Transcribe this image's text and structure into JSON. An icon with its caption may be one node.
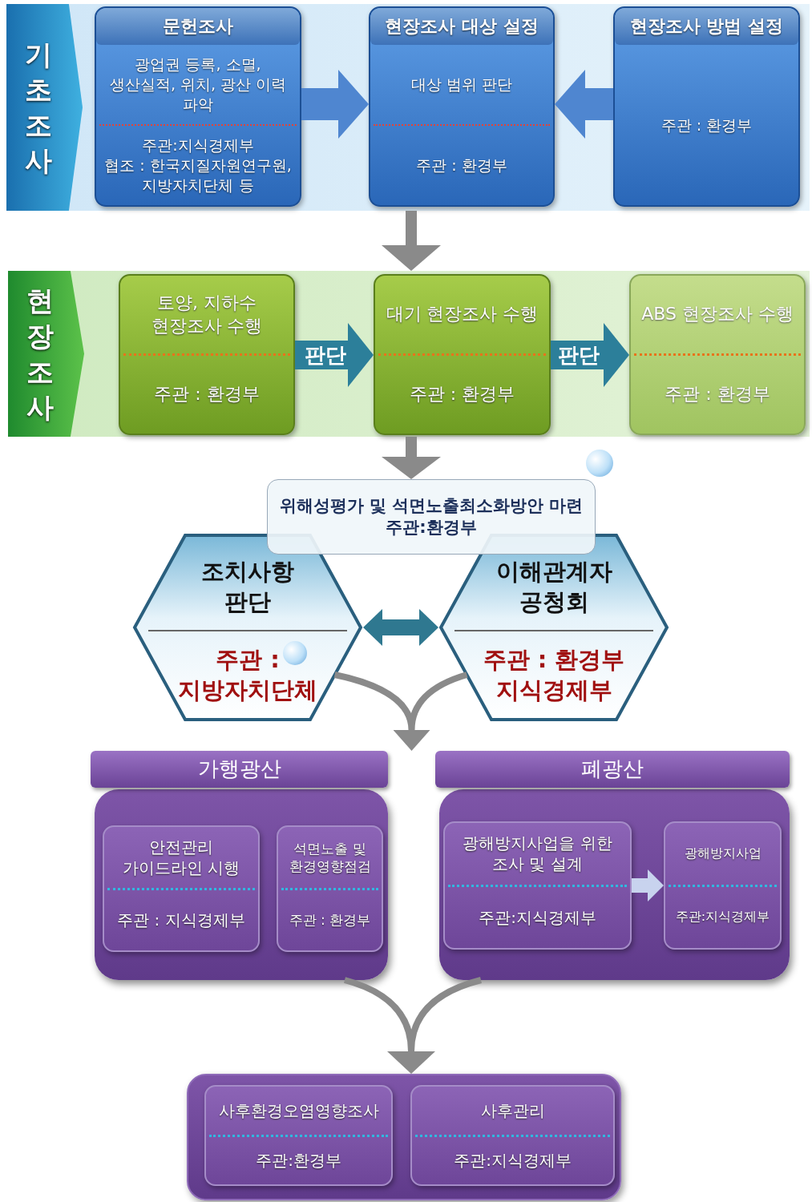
{
  "diagram": {
    "nodes": [
      {
        "text": [
          "기초조사"
        ]
      },
      {
        "text": [
          "문헌조사",
          "광업권 등록, 소멸, 생산실적, 위치, 광산 이력 파악",
          "주관:지식경제부",
          "협조 : 한국지질자원연구원, 지방자치단체 등"
        ],
        "in": 0
      },
      {
        "text": [
          "현장조사 대상 설정",
          "대상 범위 판단",
          "주관 : 환경부"
        ],
        "in": 0
      },
      {
        "text": [
          "현장조사 방법 설정",
          "주관 : 환경부"
        ],
        "in": 0
      },
      {
        "text": [
          "현장조사"
        ]
      },
      {
        "text": [
          "토양, 지하수 현장조사 수행",
          "주관 : 환경부"
        ],
        "in": 4
      },
      {
        "text": [
          "대기 현장조사 수행",
          "주관 : 환경부"
        ],
        "in": 4
      },
      {
        "text": [
          "ABS 현장조사 수행",
          "주관 : 환경부"
        ],
        "in": 4
      },
      {
        "text": [
          "위해성평가 및 석면노출최소화방안 마련",
          "주관:환경부"
        ]
      },
      {
        "text": [
          "조치사항 판단",
          "주관 : 지방자치단체"
        ]
      },
      {
        "text": [
          "이해관계자 공청회",
          "주관 : 환경부 지식경제부"
        ]
      },
      {
        "text": [
          "가행광산"
        ]
      },
      {
        "text": [
          "안전관리 가이드라인 시행",
          "주관 : 지식경제부"
        ],
        "in": 11
      },
      {
        "text": [
          "석면노출 및 환경영향점검",
          "주관 : 환경부"
        ],
        "in": 11
      },
      {
        "text": [
          "폐광산"
        ]
      },
      {
        "text": [
          "광해방지사업을 위한 조사 및 설계",
          "주관:지식경제부"
        ],
        "in": 14
      },
      {
        "text": [
          "광해방지사업",
          "주관:지식경제부"
        ],
        "in": 14
      },
      {
        "text": [],
        "shape": "box"
      },
      {
        "text": [
          "사후환경오염영향조사",
          "주관:환경부"
        ],
        "in": 17
      },
      {
        "text": [
          "사후관리",
          "주관:지식경제부"
        ],
        "in": 17
      }
    ],
    "edges": [
      {
        "from": 1,
        "to": 2,
        "arrow": "to",
        "style": "thick",
        "color": "#4f86d0"
      },
      {
        "from": 3,
        "to": 2,
        "arrow": "to",
        "style": "thick",
        "color": "#4f86d0"
      },
      {
        "from": 0,
        "to": 4,
        "arrow": "to"
      },
      {
        "from": 5,
        "to": 6,
        "arrow": "to",
        "label": "판단",
        "style": "thick",
        "color": "#2c7f9a"
      },
      {
        "from": 6,
        "to": 7,
        "arrow": "to",
        "label": "판단",
        "style": "thick",
        "color": "#2c7f9a"
      },
      {
        "from": 4,
        "to": 8,
        "arrow": "to"
      },
      {
        "from": 9,
        "to": 11,
        "arrow": "to"
      },
      {
        "from": 10,
        "to": 14,
        "arrow": "to"
      },
      {
        "from": 9,
        "to": 10,
        "arrow": "both",
        "color": "#2f7890"
      },
      {
        "from": 11,
        "to": 17,
        "arrow": "to"
      },
      {
        "from": 14,
        "to": 17,
        "arrow": "to"
      },
      {
        "from": 15,
        "to": 16,
        "arrow": "to",
        "color": "#c8d3ee"
      }
    ]
  }
}
